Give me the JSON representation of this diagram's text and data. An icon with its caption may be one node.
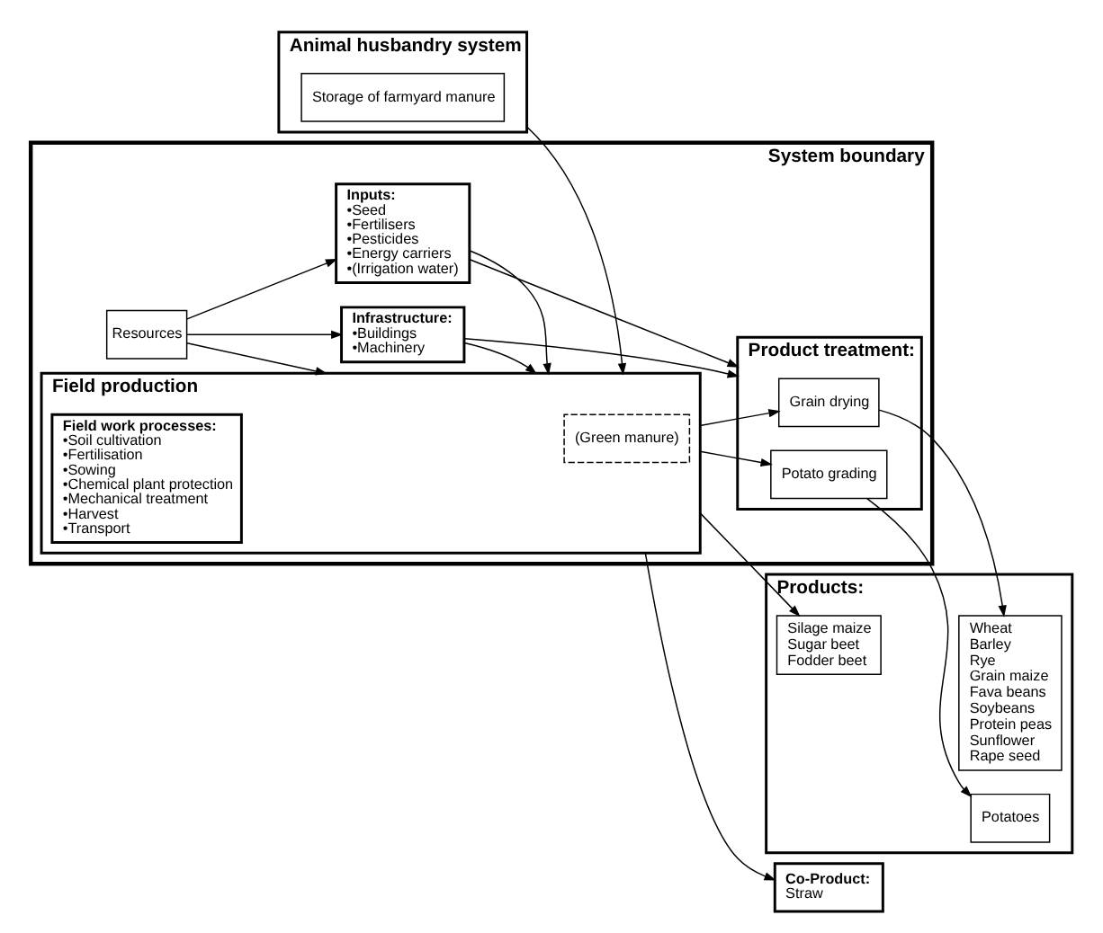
{
  "diagram": {
    "nodes": [
      {
        "text": [
          "Animal husbandry system"
        ]
      },
      {
        "text": [
          "Storage of farmyard manure"
        ],
        "in": 0
      },
      {
        "text": [
          "System boundary"
        ]
      },
      {
        "text": [
          "Infrastructure:",
          "•Buildings",
          "•Machinery"
        ],
        "in": 2
      },
      {
        "text": [
          "Inputs:",
          "•Seed",
          "•Fertilisers",
          "•Pesticides",
          "•Energy carriers",
          "•(Irrigation water)"
        ],
        "in": 2
      },
      {
        "text": [
          "Resources"
        ],
        "in": 2
      },
      {
        "text": [
          "Field production"
        ],
        "in": 2
      },
      {
        "text": [
          "(Green manure)"
        ],
        "in": 6
      },
      {
        "text": [
          "Field work processes:",
          "•Soil cultivation",
          "•Fertilisation",
          "•Sowing",
          "•Chemical plant protection",
          "•Mechanical treatment",
          "•Harvest",
          "•Transport"
        ],
        "in": 6
      },
      {
        "text": [
          "Product treatment:"
        ],
        "in": 2
      },
      {
        "text": [
          "Grain drying"
        ],
        "in": 9
      },
      {
        "text": [
          "Potato grading"
        ],
        "in": 9
      },
      {
        "text": [
          "Products:"
        ]
      },
      {
        "text": [
          "Silage maize",
          "Sugar beet",
          "Fodder beet"
        ],
        "in": 12
      },
      {
        "text": [
          "Wheat",
          "Barley",
          "Rye",
          "Grain maize",
          "Fava beans",
          "Soybeans",
          "Protein peas",
          "Sunflower",
          "Rape seed"
        ],
        "in": 12
      },
      {
        "text": [
          "Potatoes"
        ],
        "in": 12
      },
      {
        "text": [
          "Co-Product:",
          "Straw"
        ]
      }
    ],
    "edges": [
      {
        "from": 0,
        "to": 6,
        "arrow": "to"
      },
      {
        "from": 5,
        "to": 3,
        "arrow": "to"
      },
      {
        "from": 5,
        "to": 4,
        "arrow": "to"
      },
      {
        "from": 5,
        "to": 6,
        "arrow": "to"
      },
      {
        "from": 3,
        "to": 6,
        "arrow": "to"
      },
      {
        "from": 3,
        "to": 9,
        "arrow": "to"
      },
      {
        "from": 4,
        "to": 6,
        "arrow": "to"
      },
      {
        "from": 4,
        "to": 9,
        "arrow": "to"
      },
      {
        "from": 6,
        "to": 13,
        "arrow": "to"
      },
      {
        "from": 6,
        "to": 10,
        "arrow": "to"
      },
      {
        "from": 6,
        "to": 11,
        "arrow": "to"
      },
      {
        "from": 10,
        "to": 14,
        "arrow": "to"
      },
      {
        "from": 11,
        "to": 15,
        "arrow": "to"
      },
      {
        "from": 6,
        "to": 16,
        "arrow": "to"
      }
    ]
  }
}
